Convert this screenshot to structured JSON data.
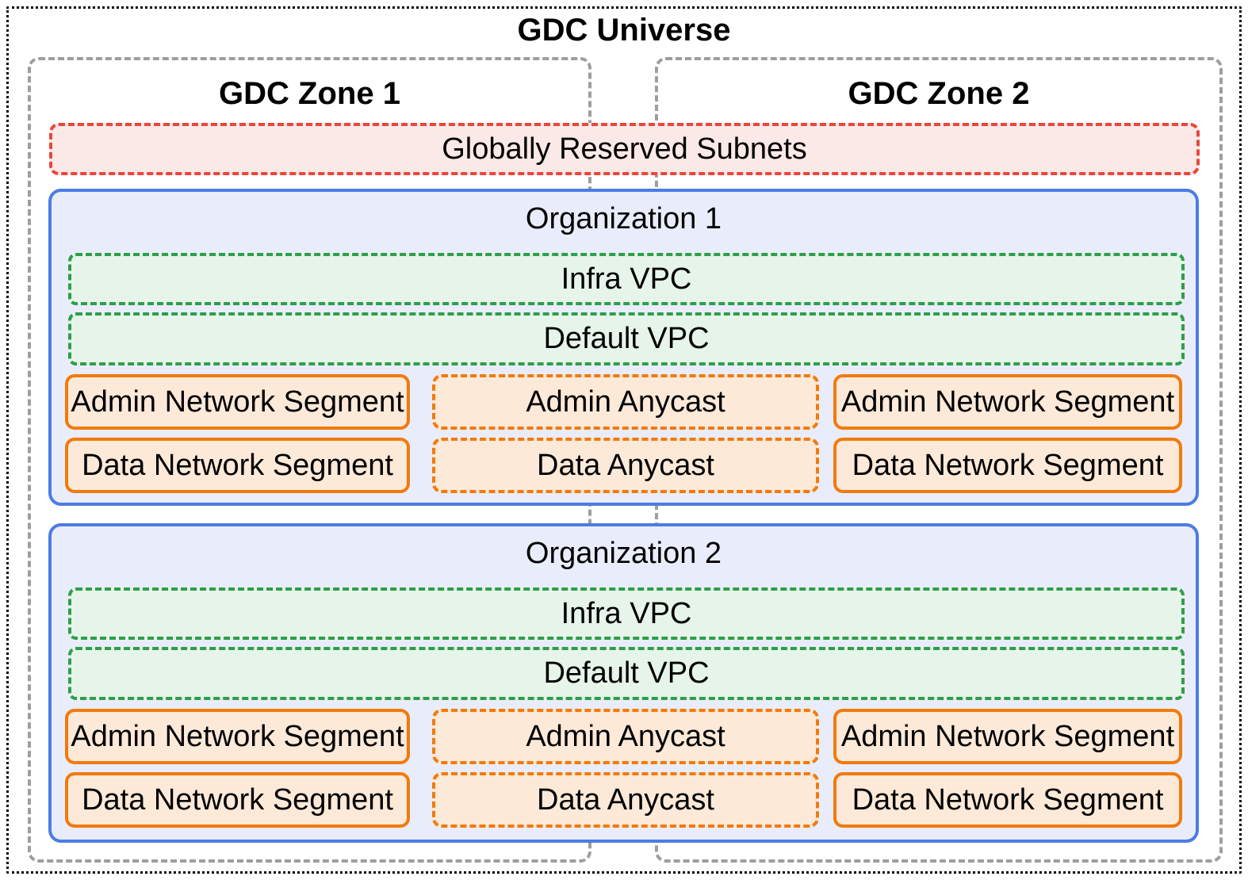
{
  "page": {
    "title": "GDC Universe"
  },
  "zones": [
    {
      "label": "GDC Zone 1"
    },
    {
      "label": "GDC Zone 2"
    }
  ],
  "global_subnets": {
    "label": "Globally Reserved Subnets"
  },
  "organizations": [
    {
      "label": "Organization 1",
      "vpcs": [
        {
          "label": "Infra VPC"
        },
        {
          "label": "Default VPC"
        }
      ],
      "segments": {
        "admin_left": "Admin Network Segment",
        "admin_anycast": "Admin Anycast",
        "admin_right": "Admin Network Segment",
        "data_left": "Data Network Segment",
        "data_anycast": "Data Anycast",
        "data_right": "Data Network Segment"
      }
    },
    {
      "label": "Organization 2",
      "vpcs": [
        {
          "label": "Infra VPC"
        },
        {
          "label": "Default VPC"
        }
      ],
      "segments": {
        "admin_left": "Admin Network Segment",
        "admin_anycast": "Admin Anycast",
        "admin_right": "Admin Network Segment",
        "data_left": "Data Network Segment",
        "data_anycast": "Data Anycast",
        "data_right": "Data Network Segment"
      }
    }
  ],
  "colors": {
    "universe_border": "#000000",
    "zone_border": "#9E9E9E",
    "reserved_border": "#E8473B",
    "reserved_fill": "#FAE9E7",
    "org_border": "#4C7CE4",
    "org_fill": "#E9EDFB",
    "vpc_border": "#2E9E4B",
    "vpc_fill": "#E6F4E9",
    "segment_border": "#F27A0D",
    "segment_fill": "#FCE9D8",
    "text": "#000000"
  }
}
